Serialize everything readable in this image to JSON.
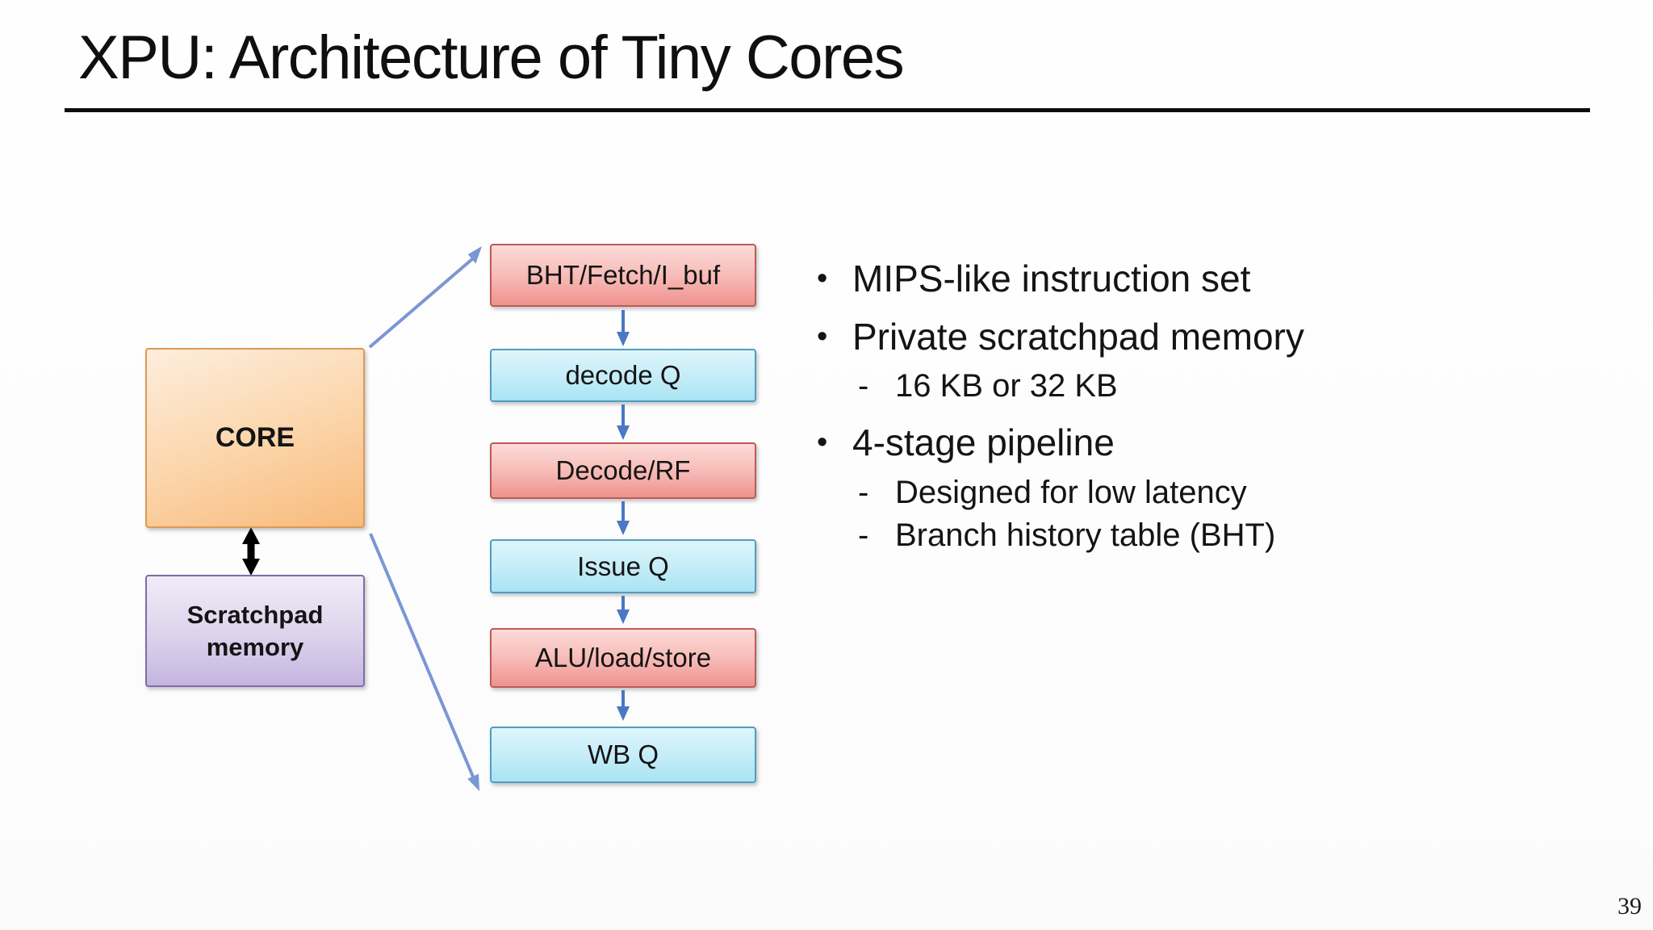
{
  "slide": {
    "title": "XPU: Architecture of Tiny Cores",
    "page_number": "39"
  },
  "diagram": {
    "core": {
      "label": "CORE"
    },
    "scratchpad": {
      "label": "Scratchpad memory"
    },
    "pipeline": [
      {
        "label": "BHT/Fetch/I_buf",
        "style": "pink"
      },
      {
        "label": "decode Q",
        "style": "cyan"
      },
      {
        "label": "Decode/RF",
        "style": "pink"
      },
      {
        "label": "Issue Q",
        "style": "cyan"
      },
      {
        "label": "ALU/load/store",
        "style": "pink"
      },
      {
        "label": "WB Q",
        "style": "cyan"
      }
    ],
    "connections": [
      "CORE to BHT/Fetch/I_buf",
      "CORE to WB Q",
      "CORE to Scratchpad memory (bidirectional)",
      "pipeline stages top-to-bottom"
    ],
    "colors": {
      "core_top": "#fdeedd",
      "core_bottom": "#f8ba7b",
      "core_border": "#dc9a52",
      "scratchpad_top": "#efecf7",
      "scratchpad_bottom": "#c5b4df",
      "scratchpad_border": "#7f6cab",
      "pink_top": "#fcdbd8",
      "pink_bottom": "#ef928f",
      "pink_border": "#bd5a57",
      "cyan_top": "#def5fb",
      "cyan_bottom": "#a8e4f3",
      "cyan_border": "#4f9dc2",
      "pipeline_arrow_blue": "#4a78c4",
      "diagonal_connector_blue": "#7b96d4",
      "double_arrow_black": "#000000"
    }
  },
  "bullets": [
    {
      "marker": "•",
      "text": "MIPS-like instruction set",
      "level": 1
    },
    {
      "marker": "•",
      "text": "Private scratchpad memory",
      "level": 1
    },
    {
      "marker": "-",
      "text": "16 KB or 32 KB",
      "level": 2
    },
    {
      "marker": "•",
      "text": "4-stage pipeline",
      "level": 1
    },
    {
      "marker": "-",
      "text": "Designed for low latency",
      "level": 2
    },
    {
      "marker": "-",
      "text": "Branch history table (BHT)",
      "level": 2
    }
  ]
}
